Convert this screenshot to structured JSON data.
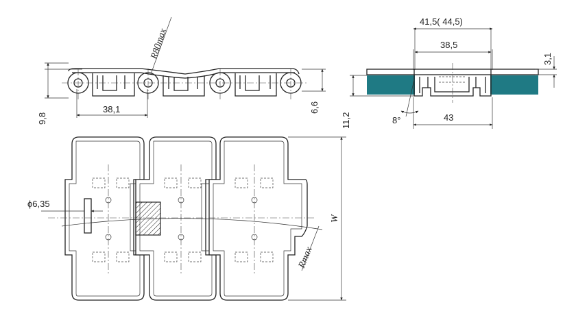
{
  "dimensions": {
    "radius_max_side": "R80max",
    "pitch": "38,1",
    "height_total": "9,8",
    "height_plate": "6,6",
    "width_top": "41,5( 44,5)",
    "width_inner": "38,5",
    "thickness": "3,1",
    "height_side": "11,2",
    "angle": "8°",
    "width_base": "43",
    "pin_diameter": "ϕ6,35",
    "width_w": "W",
    "radius_max_top": "Rmax"
  },
  "colors": {
    "wear_strip": "#1f7a84",
    "line": "#222222",
    "background": "#ffffff"
  }
}
